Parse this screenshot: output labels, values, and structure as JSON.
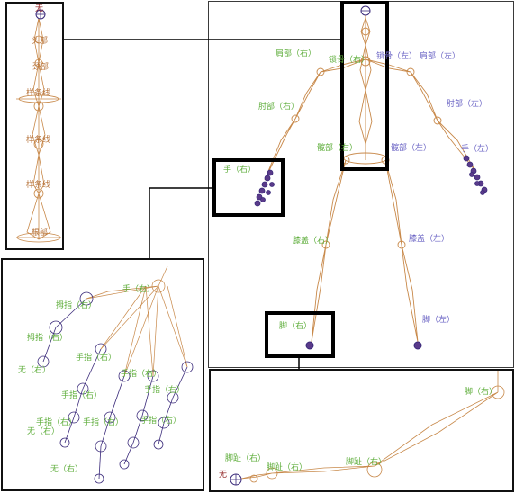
{
  "colors": {
    "bone": "#c8894a",
    "joint": "#b07a44",
    "right_label": "#5fae3c",
    "left_label": "#6a63c4",
    "spine_label": "#b8763e",
    "none_label": "#8b1a1a",
    "effector": "#3a2a7a",
    "frame": "#000000"
  },
  "spine_panel": {
    "labels": {
      "none": "无",
      "head": "头部",
      "neck": "颈部",
      "spline1": "样条线",
      "spline2": "样条线",
      "spline3": "样条线",
      "pelvis": "根部"
    }
  },
  "main_panel": {
    "labels": {
      "shoulder_r": "肩部（右）",
      "shoulder_l": "肩部（左）",
      "clavicle_r": "锁骨（右）",
      "clavicle_l": "锁骨（左）",
      "elbow_r": "肘部（右）",
      "elbow_l": "肘部（左）",
      "hip_r": "髋部（右）",
      "hip_l": "髋部（左）",
      "hand_l": "手（左）",
      "hand_r": "手（右）",
      "knee_r": "膝盖（右）",
      "knee_l": "膝盖（左）",
      "foot_r": "脚（右）",
      "foot_l": "脚（左）"
    }
  },
  "hand_panel": {
    "labels": {
      "hand": "手（右）",
      "thumb1": "拇指（右）",
      "thumb2": "拇指（右）",
      "finger1": "手指（右）",
      "finger2": "手指（右）",
      "finger3": "手指（右）",
      "finger4": "手指（右）",
      "finger5": "手指（右）",
      "finger6": "手指（右）",
      "finger7": "手指（右）",
      "none1": "无（右）",
      "none2": "无（右）",
      "none3": "无（右）"
    }
  },
  "foot_panel": {
    "labels": {
      "foot": "脚（右）",
      "toe1": "脚趾（右）",
      "toe2": "脚趾（右）",
      "toe3": "脚趾（右）",
      "none": "无"
    }
  }
}
